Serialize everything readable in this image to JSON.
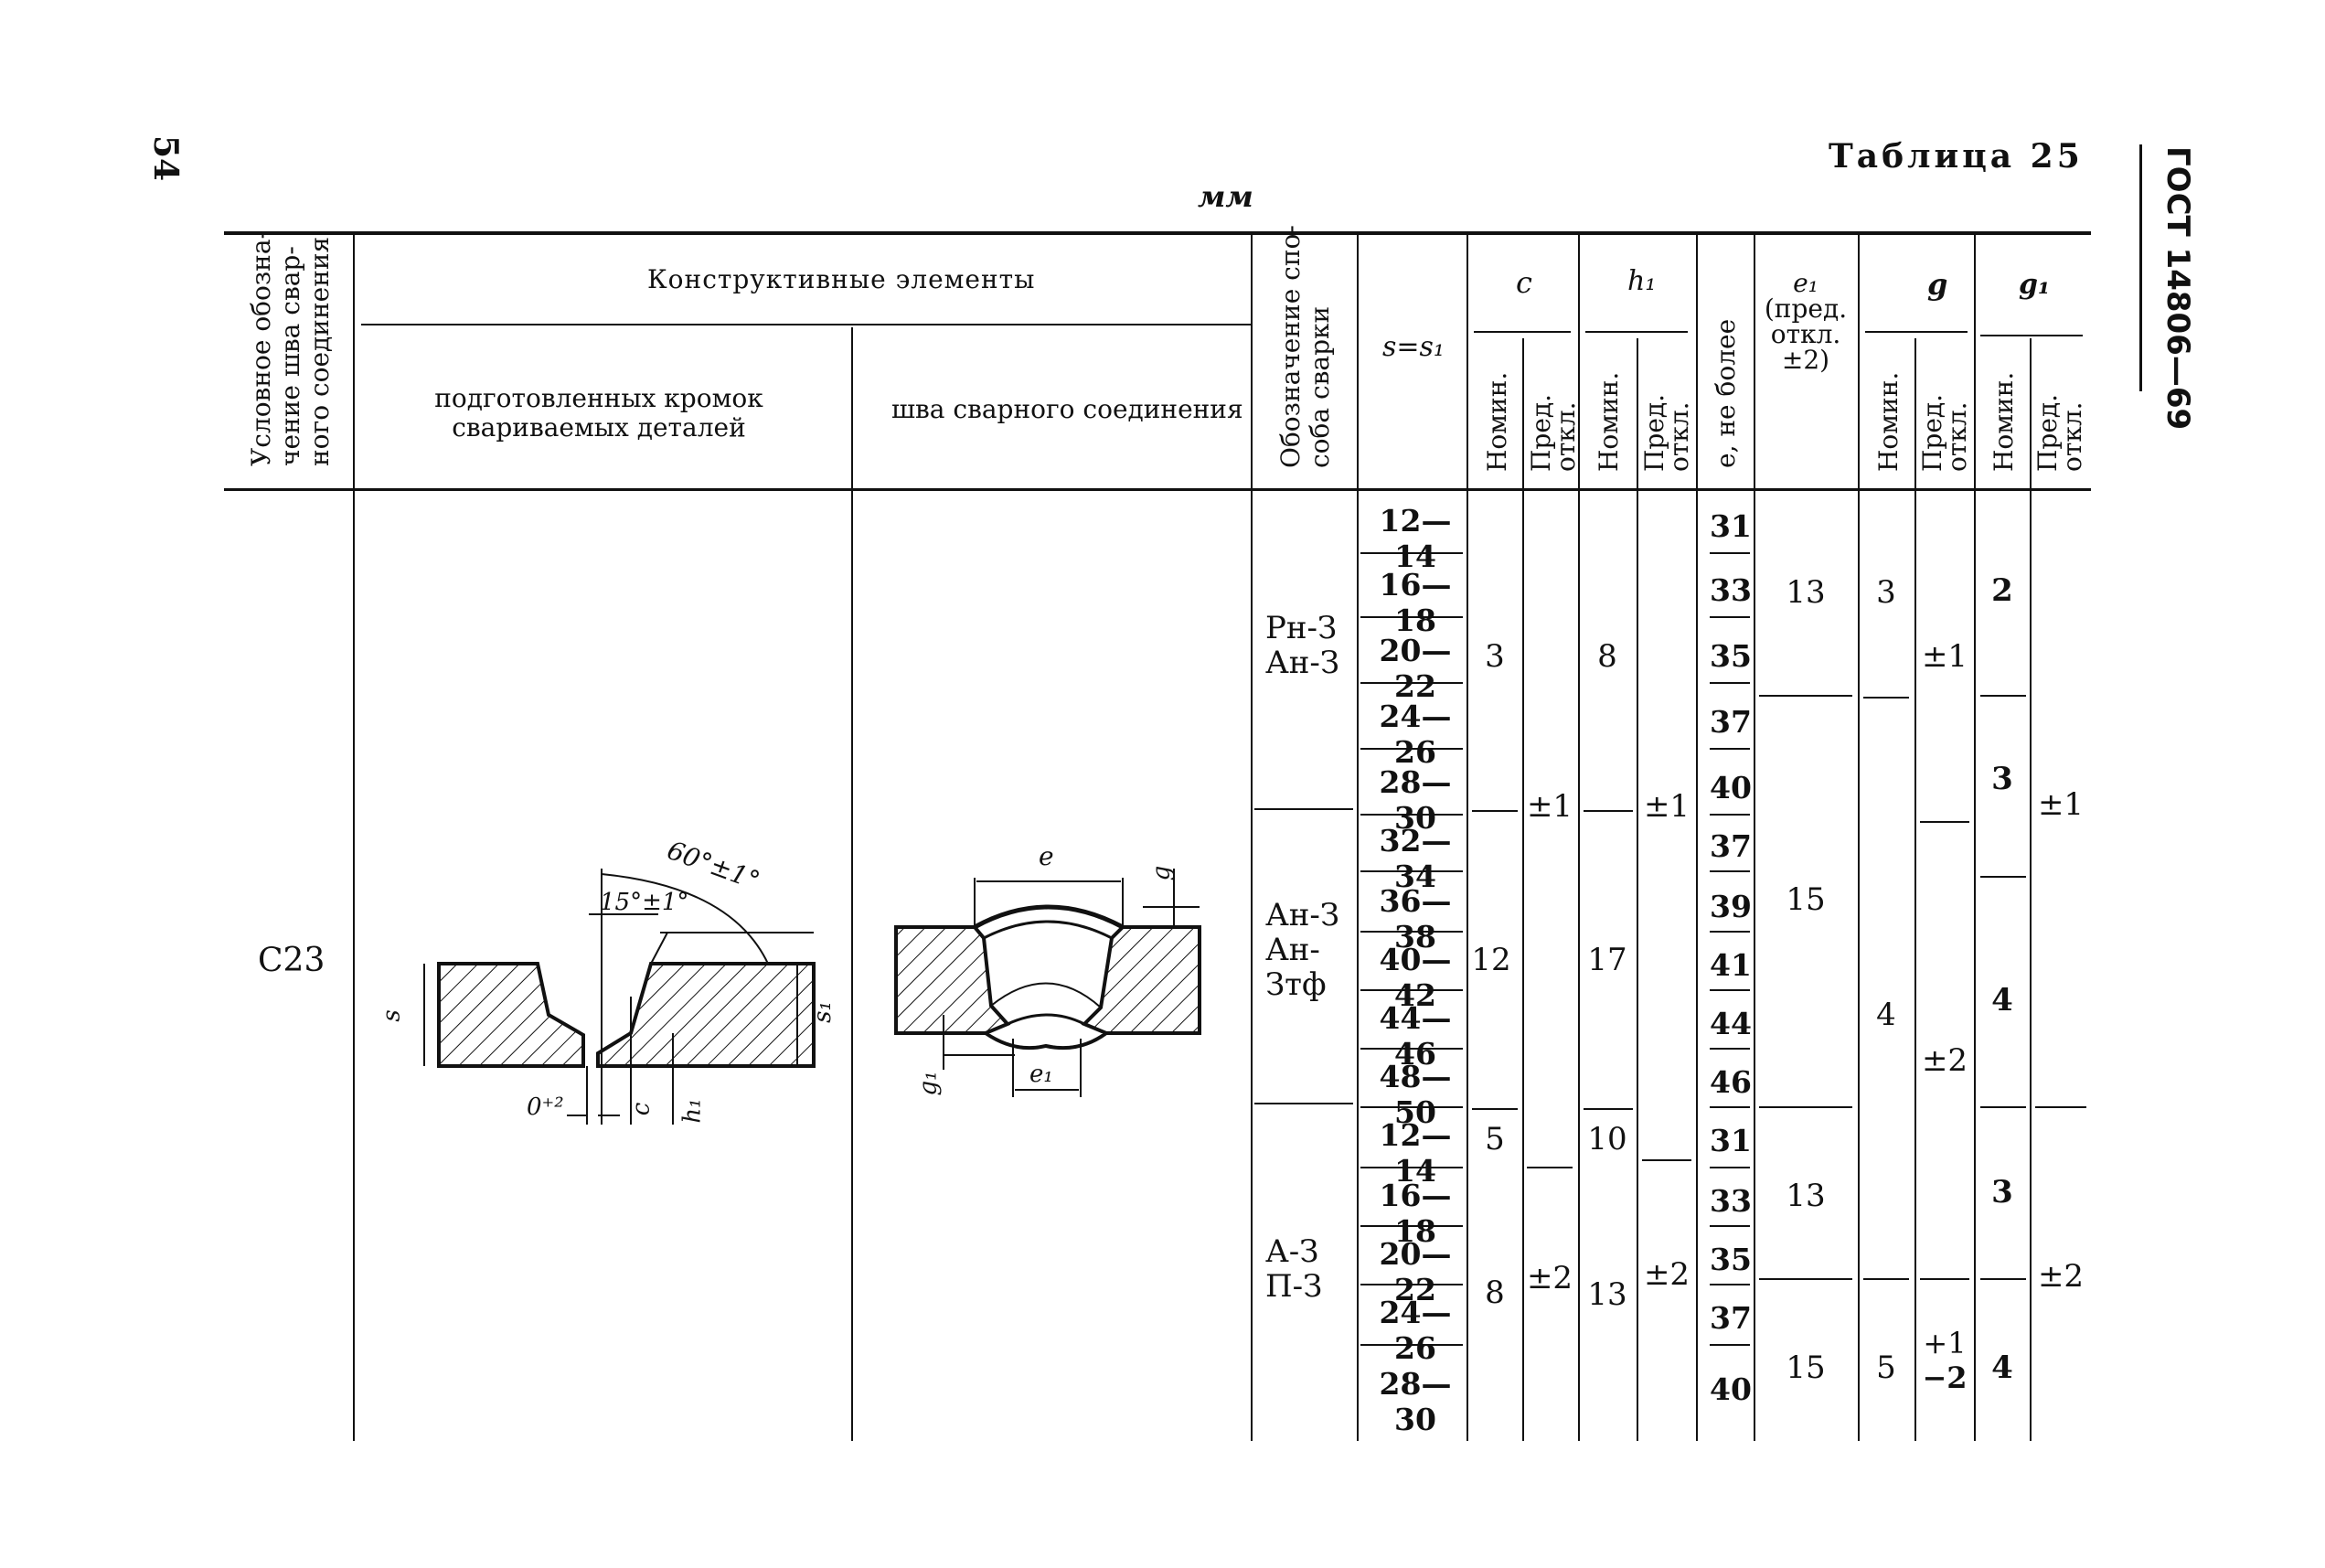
{
  "page": {
    "number": "54",
    "gost": "ГОСТ 14806—69",
    "table_title": "Таблица 25",
    "units": "мм"
  },
  "header": {
    "designation": "Условное обозначение шва сварного соединения",
    "designation_lines": [
      "Условное обозна-",
      "чение шва свар-",
      "ного соединения"
    ],
    "constructive": "Конструктивные элементы",
    "prepared_lines": [
      "подготовленных кромок",
      "свариваемых деталей"
    ],
    "seam": "шва сварного соединения",
    "method_lines": [
      "Обозначение спо-",
      "соба сварки"
    ],
    "s": "s=s₁",
    "c": "c",
    "h1": "h₁",
    "e": "e, не более",
    "e1_lines": [
      "e₁",
      "(пред.",
      "откл.",
      "±2)"
    ],
    "g": "g",
    "g1": "g₁",
    "nom": "Номин.",
    "dev_lines": [
      "Пред.",
      "откл."
    ]
  },
  "row": {
    "designation": "С23",
    "methods": [
      {
        "lines": [
          "Рн-З",
          "Ан-З"
        ]
      },
      {
        "lines": [
          "Ан-З",
          "Ан-",
          "Зтф"
        ]
      },
      {
        "lines": [
          "А-З",
          "П-З"
        ]
      }
    ],
    "s_values": [
      "12—14",
      "16—18",
      "20—22",
      "24—26",
      "28—30",
      "32—34",
      "36—38",
      "40—42",
      "44—46",
      "48—50",
      "12—14",
      "16—18",
      "20—22",
      "24—26",
      "28—30"
    ],
    "e_values": [
      "31",
      "33",
      "35",
      "37",
      "40",
      "37",
      "39",
      "41",
      "44",
      "46",
      "31",
      "33",
      "35",
      "37",
      "40"
    ],
    "c": {
      "n1": "3",
      "n2": "12",
      "n3": "5",
      "n4": "8",
      "d1": "±1",
      "d2": "±2"
    },
    "h1": {
      "n1": "8",
      "n2": "17",
      "n3": "10",
      "n4": "13",
      "d1": "±1",
      "d2": "±2"
    },
    "e1": {
      "v1": "13",
      "v2": "15",
      "v3": "13",
      "v4": "15"
    },
    "g": {
      "n1": "3",
      "n2": "4",
      "n3": "5",
      "d1": "±1",
      "d2": "±2",
      "d3_top": "+1",
      "d3_bot": "−2"
    },
    "g1": {
      "n1": "2",
      "n2": "3",
      "n3": "4",
      "n4": "3",
      "n5": "4",
      "d1": "±1",
      "d2": "±2"
    }
  },
  "diagram": {
    "left": {
      "angle1": "60°±1°",
      "angle2": "15°±1°",
      "s": "s",
      "s1": "s₁",
      "gap": "0⁺²",
      "c": "c",
      "h1": "h₁"
    },
    "right": {
      "e": "e",
      "g": "g",
      "g1": "g₁",
      "e1": "e₁"
    }
  }
}
